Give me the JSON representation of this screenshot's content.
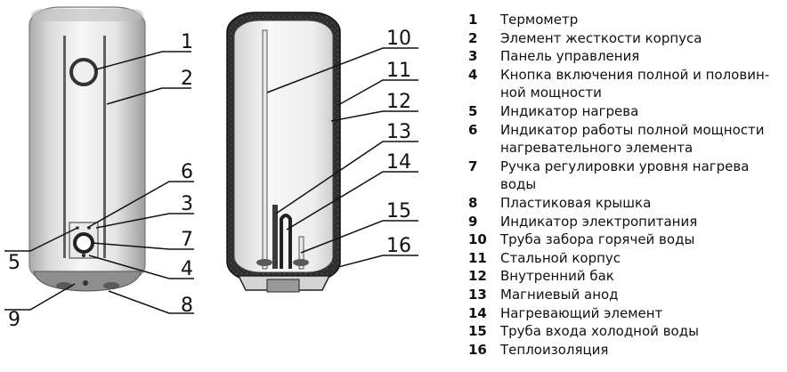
{
  "callouts": [
    "1",
    "2",
    "3",
    "4",
    "5",
    "6",
    "7",
    "8",
    "9",
    "10",
    "11",
    "12",
    "13",
    "14",
    "15",
    "16"
  ],
  "legend": [
    {
      "num": "1",
      "text": "Термометр"
    },
    {
      "num": "2",
      "text": "Элемент жесткости корпуса"
    },
    {
      "num": "3",
      "text": "Панель управления"
    },
    {
      "num": "4",
      "text": "Кнопка включения полной и половин-ной мощности"
    },
    {
      "num": "5",
      "text": "Индикатор нагрева"
    },
    {
      "num": "6",
      "text": "Индикатор работы полной мощности нагревательного элемента"
    },
    {
      "num": "7",
      "text": "Ручка регулировки уровня нагрева воды"
    },
    {
      "num": "8",
      "text": "Пластиковая крышка"
    },
    {
      "num": "9",
      "text": "Индикатор электропитания"
    },
    {
      "num": "10",
      "text": "Труба забора горячей воды"
    },
    {
      "num": "11",
      "text": "Стальной корпус"
    },
    {
      "num": "12",
      "text": "Внутренний бак"
    },
    {
      "num": "13",
      "text": "Магниевый анод"
    },
    {
      "num": "14",
      "text": "Нагревающий элемент"
    },
    {
      "num": "15",
      "text": "Труба входа холодной воды"
    },
    {
      "num": "16",
      "text": "Теплоизоляция"
    }
  ]
}
